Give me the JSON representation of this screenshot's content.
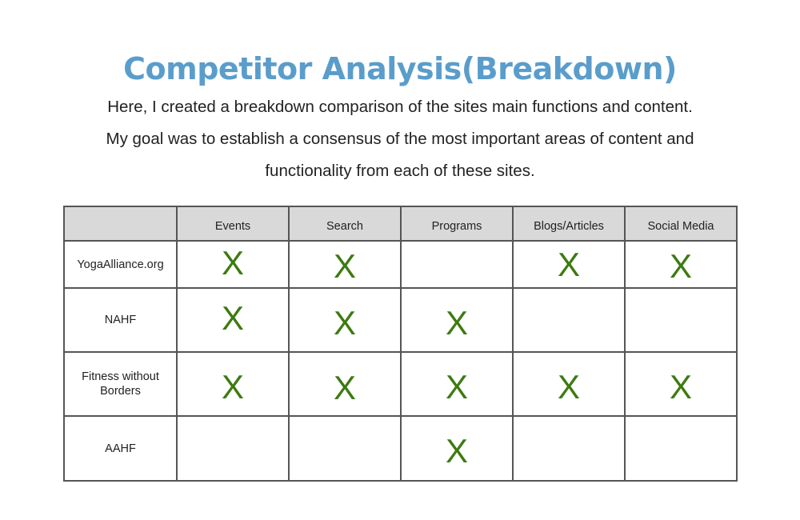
{
  "page": {
    "title": "Competitor Analysis(Breakdown)",
    "intro_lines": [
      "Here, I created a breakdown comparison of the sites main functions and content.",
      "My goal was to establish a consensus of the most important areas of content and",
      "functionality from each of these sites."
    ],
    "colors": {
      "title": "#5a9dcb",
      "mark": "#3d7a12",
      "header_bg": "#d9d9d9"
    }
  },
  "table": {
    "corner_label": "",
    "columns": [
      "Events",
      "Search",
      "Programs",
      "Blogs/Articles",
      "Social Media"
    ],
    "mark_symbol": "X",
    "rows": [
      {
        "site": "YogaAlliance.org",
        "cells": [
          "X",
          "X",
          "",
          "X",
          "X"
        ]
      },
      {
        "site": "NAHF",
        "cells": [
          "X",
          "X",
          "X",
          "",
          ""
        ]
      },
      {
        "site": "Fitness without Borders",
        "cells": [
          "X",
          "X",
          "X",
          "X",
          "X"
        ]
      },
      {
        "site": "AAHF",
        "cells": [
          "",
          "",
          "X",
          "",
          ""
        ]
      }
    ]
  }
}
